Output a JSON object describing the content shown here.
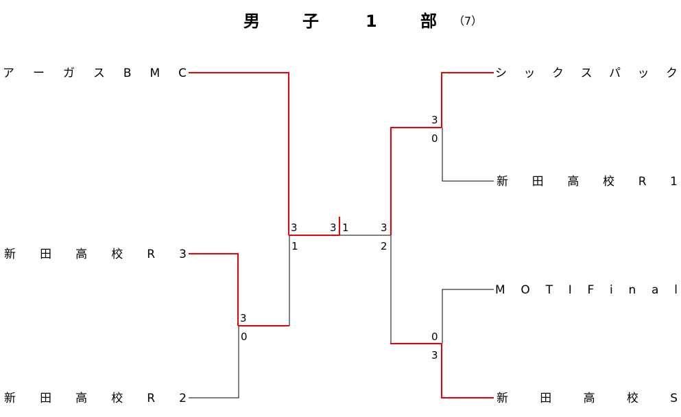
{
  "title": {
    "chars": [
      "男",
      "子",
      "1",
      "部"
    ],
    "note": "（7）"
  },
  "colors": {
    "winner": "#ee0000",
    "loser": "#000000"
  },
  "teams": {
    "left": [
      {
        "name": "アーガスBMC",
        "chars": [
          "ア",
          "ー",
          "ガ",
          "ス",
          "B",
          "M",
          "C"
        ]
      },
      {
        "name": "新田高校R3",
        "chars": [
          "新",
          "田",
          "高",
          "校",
          "R",
          "3"
        ]
      },
      {
        "name": "新田高校R2",
        "chars": [
          "新",
          "田",
          "高",
          "校",
          "R",
          "2"
        ]
      }
    ],
    "right": [
      {
        "name": "シックスパック",
        "chars": [
          "シ",
          "ッ",
          "ク",
          "ス",
          "パ",
          "ッ",
          "ク"
        ]
      },
      {
        "name": "新田高校R1",
        "chars": [
          "新",
          "田",
          "高",
          "校",
          "R",
          "1"
        ]
      },
      {
        "name": "MOTI Final",
        "chars": [
          "M",
          "O",
          "T",
          "I",
          "F",
          "i",
          "n",
          "a",
          "l"
        ]
      },
      {
        "name": "新田高校S",
        "chars": [
          "新",
          "田",
          "高",
          "校",
          "S"
        ]
      }
    ]
  },
  "matches": {
    "left_r1": {
      "top": "新田高校R3",
      "bottom": "新田高校R2",
      "score_top": "3",
      "score_bottom": "0"
    },
    "left_semi": {
      "top": "アーガスBMC",
      "bottom": "新田高校R3",
      "score_top": "3",
      "score_bottom": "1"
    },
    "right_top": {
      "top": "シックスパック",
      "bottom": "新田高校R1",
      "score_top": "3",
      "score_bottom": "0"
    },
    "right_bottom": {
      "top": "MOTI Final",
      "bottom": "新田高校S",
      "score_top": "0",
      "score_bottom": "3"
    },
    "right_semi": {
      "top": "シックスパック",
      "bottom": "新田高校S",
      "score_top": "3",
      "score_bottom": "2"
    },
    "final": {
      "left": "アーガスBMC",
      "right": "シックスパック",
      "score_left": "3",
      "score_right": "1"
    }
  }
}
